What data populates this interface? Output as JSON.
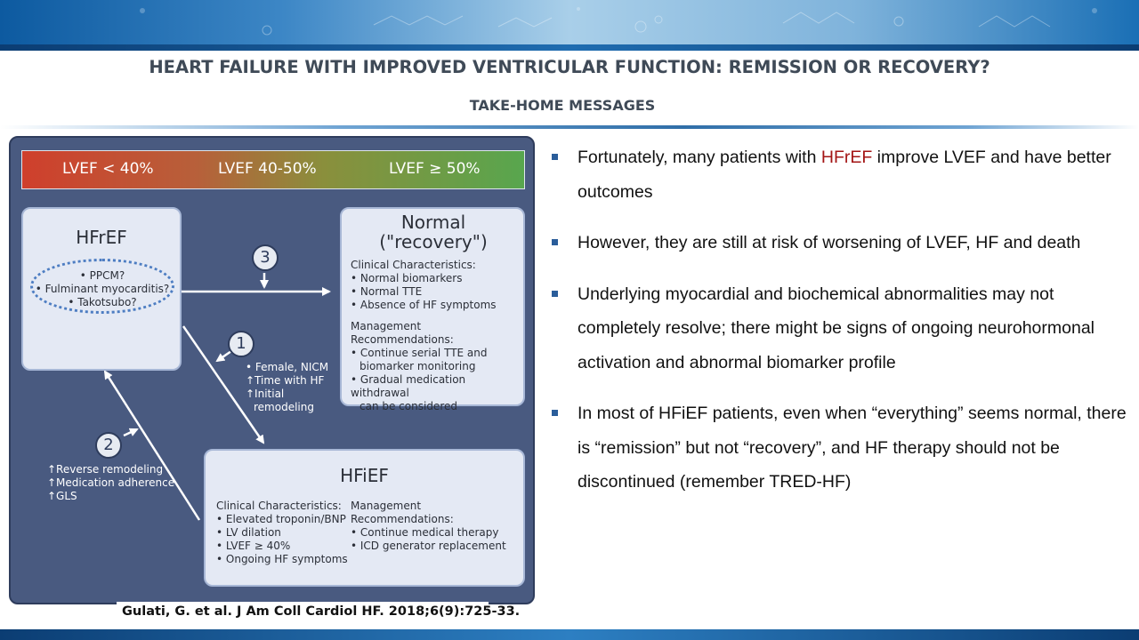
{
  "slide": {
    "title": "HEART FAILURE WITH IMPROVED VENTRICULAR FUNCTION: REMISSION OR RECOVERY?",
    "subtitle": "TAKE-HOME MESSAGES"
  },
  "figure": {
    "lvef_bar": [
      "LVEF < 40%",
      "LVEF 40-50%",
      "LVEF ≥ 50%"
    ],
    "hfref": {
      "title": "HFrEF",
      "items": [
        "• PPCM?",
        "• Fulminant myocarditis?",
        "• Takotsubo?"
      ]
    },
    "normal": {
      "title_line1": "Normal",
      "title_line2": "(\"recovery\")",
      "clinical_heading": "Clinical Characteristics:",
      "clinical_items": [
        "• Normal biomarkers",
        "• Normal TTE",
        "• Absence of HF symptoms"
      ],
      "management_heading": "Management Recommendations:",
      "management_items": [
        "• Continue serial TTE and",
        "biomarker monitoring",
        "• Gradual medication withdrawal",
        "can be considered"
      ]
    },
    "hfief": {
      "title": "HFiEF",
      "clinical_heading": "Clinical Characteristics:",
      "clinical_items": [
        "• Elevated troponin/BNP",
        "• LV dilation",
        "• LVEF ≥ 40%",
        "• Ongoing HF symptoms"
      ],
      "management_heading": "Management Recommendations:",
      "management_items": [
        "• Continue medical therapy",
        "• ICD generator replacement"
      ]
    },
    "numbers": [
      "1",
      "2",
      "3"
    ],
    "annot_1": [
      "• Female, NICM",
      "↑Time with HF",
      "↑Initial",
      "remodeling"
    ],
    "annot_2": [
      "↑Reverse remodeling",
      "↑Medication adherence",
      "↑GLS"
    ],
    "citation": "Gulati, G. et al. J Am Coll Cardiol HF. 2018;6(9):725-33."
  },
  "bullets": {
    "b1": {
      "pre": "Fortunately, many patients with ",
      "highlight": "HFrEF",
      "post": " improve LVEF and have better outcomes"
    },
    "b2": "However, they are still at risk of worsening of LVEF, HF and death",
    "b3": "Underlying myocardial and biochemical abnormalities may not completely resolve; there might be signs of ongoing neurohormonal activation and abnormal biomarker profile",
    "b4": "In most of HFiEF patients, even when “everything” seems normal, there is  “remission” but not  “recovery”, and HF therapy should not be discontinued (remember TRED-HF)"
  },
  "colors": {
    "highlight_red": "#a31515",
    "bullet_blue": "#2a5d9a",
    "figure_bg": "#495a80"
  }
}
